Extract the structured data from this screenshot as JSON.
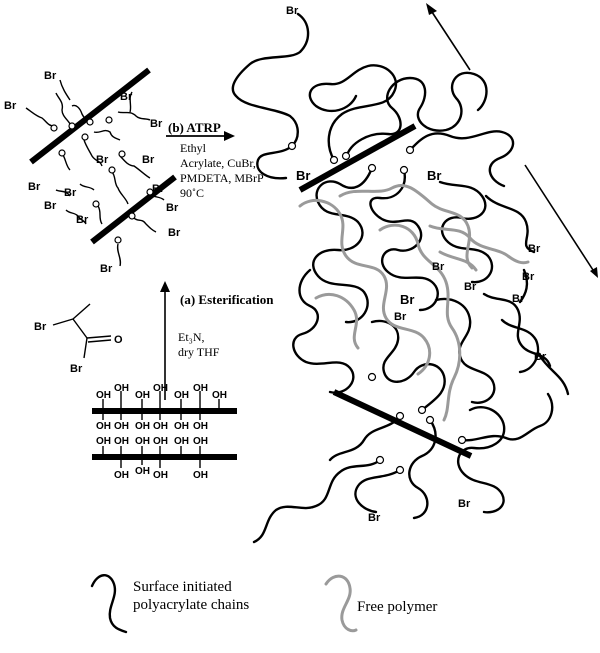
{
  "reaction": {
    "step_a": "(a) Esterification",
    "step_a_conditions": "Et₃N,\ndry THF",
    "step_b": "(b) ATRP",
    "step_b_conditions": "Ethyl\nAcrylate, CuBr,\nPMDETA, MBrP\n90˚C"
  },
  "reagent": {
    "atoms": [
      "Br",
      "O",
      "Br"
    ]
  },
  "substrate": {
    "group_label": "OH"
  },
  "chemistry": {
    "bromine": "Br",
    "oxygen": "O"
  },
  "legend": {
    "grafted_label": "Surface initiated\npolyacrylate chains",
    "free_label": "Free polymer",
    "grafted_color": "#000000",
    "free_color": "#9a9a9a"
  }
}
